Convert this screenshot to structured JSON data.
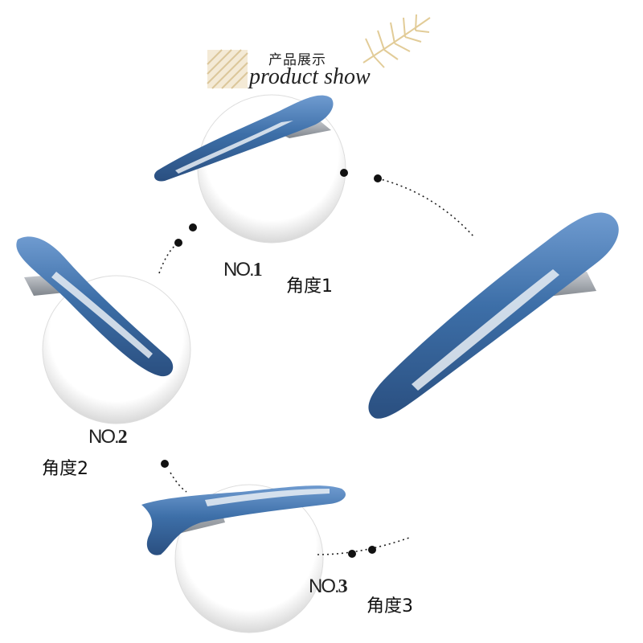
{
  "header": {
    "title_cn": "产品展示",
    "title_en": "product show"
  },
  "views": [
    {
      "no_prefix": "NO.",
      "no_number": "1",
      "angle_label": "角度1"
    },
    {
      "no_prefix": "NO.",
      "no_number": "2",
      "angle_label": "角度2"
    },
    {
      "no_prefix": "NO.",
      "no_number": "3",
      "angle_label": "角度3"
    }
  ],
  "colors": {
    "clip_blue": "#3d6fa8",
    "clip_dark": "#2a4f80",
    "stripe": "#e8d9b8",
    "leaf": "#e6d3a6"
  }
}
